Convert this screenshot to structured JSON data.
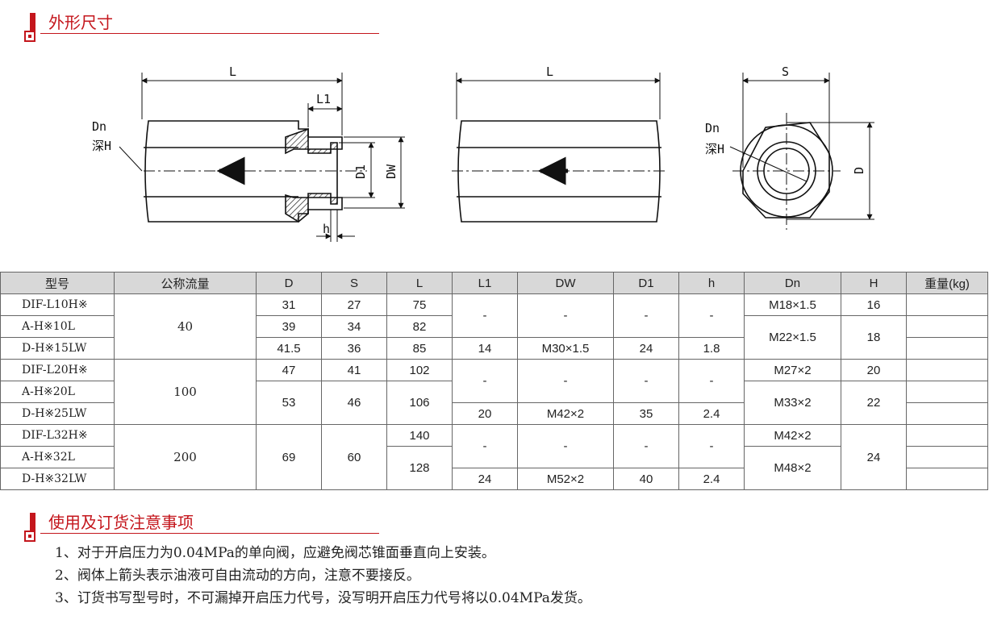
{
  "sections": {
    "dimensions_title": "外形尺寸",
    "notes_title": "使用及订货注意事项"
  },
  "drawing_labels": {
    "L": "L",
    "L1": "L1",
    "Dn": "Dn",
    "depth_H": "深H",
    "D1": "D1",
    "DW": "DW",
    "h": "h",
    "S": "S",
    "D": "D"
  },
  "table": {
    "headers": [
      "型号",
      "公称流量",
      "D",
      "S",
      "L",
      "L1",
      "DW",
      "D1",
      "h",
      "Dn",
      "H",
      "重量(kg)"
    ],
    "models": [
      "DIF-L10H※",
      "A-H※10L",
      "D-H※15LW",
      "DIF-L20H※",
      "A-H※20L",
      "D-H※25LW",
      "DIF-L32H※",
      "A-H※32L",
      "D-H※32LW"
    ],
    "flows": [
      "40",
      "100",
      "200"
    ],
    "D": [
      "31",
      "39",
      "41.5",
      "47",
      "53",
      "69"
    ],
    "S": [
      "27",
      "34",
      "36",
      "41",
      "46",
      "60"
    ],
    "L": [
      "75",
      "82",
      "85",
      "102",
      "106",
      "140",
      "128"
    ],
    "L1": [
      "-",
      "14",
      "-",
      "20",
      "-",
      "24"
    ],
    "DW": [
      "-",
      "M30×1.5",
      "-",
      "M42×2",
      "-",
      "M52×2"
    ],
    "D1": [
      "-",
      "24",
      "-",
      "35",
      "-",
      "40"
    ],
    "h": [
      "-",
      "1.8",
      "-",
      "2.4",
      "-",
      "2.4"
    ],
    "Dn": [
      "M18×1.5",
      "M22×1.5",
      "M27×2",
      "M33×2",
      "M42×2",
      "M48×2"
    ],
    "H": [
      "16",
      "18",
      "20",
      "22",
      "24"
    ]
  },
  "notes": [
    "1、对于开启压力为0.04MPa的单向阀，应避免阀芯锥面垂直向上安装。",
    "2、阀体上箭头表示油液可自由流动的方向，注意不要接反。",
    "3、订货书写型号时，不可漏掉开启压力代号，没写明开启压力代号将以0.04MPa发货。"
  ]
}
